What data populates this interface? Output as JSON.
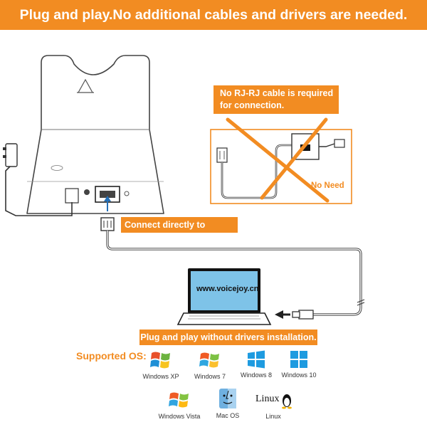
{
  "banner": {
    "title": "Plug and play.No additional cables and drivers are needed."
  },
  "callouts": {
    "no_rj": "No RJ-RJ cable is required for connection.",
    "no_rj_line1": "No RJ-RJ cable is required",
    "no_rj_line2": "for connection.",
    "no_need": "No Need",
    "connect": "Connect directly to",
    "plug_play": "Plug and play without drivers installation.",
    "laptop_url": "www.voicejoy.cn"
  },
  "supported_os": {
    "label": "Supported OS:",
    "items": [
      {
        "name": "Windows XP",
        "icon": "windows-xp-logo-icon"
      },
      {
        "name": "Windows 7",
        "icon": "windows-7-logo-icon"
      },
      {
        "name": "Windows 8",
        "icon": "windows-8-logo-icon"
      },
      {
        "name": "Windows 10",
        "icon": "windows-10-logo-icon"
      },
      {
        "name": "Windows Vista",
        "icon": "windows-vista-logo-icon"
      },
      {
        "name": "Mac OS",
        "icon": "mac-os-logo-icon"
      },
      {
        "name": "Linux",
        "icon": "linux-logo-icon"
      }
    ]
  },
  "colors": {
    "accent": "#f28c22",
    "line": "#333333",
    "screen": "#7ec3e8",
    "win8": "#1e9be0"
  }
}
